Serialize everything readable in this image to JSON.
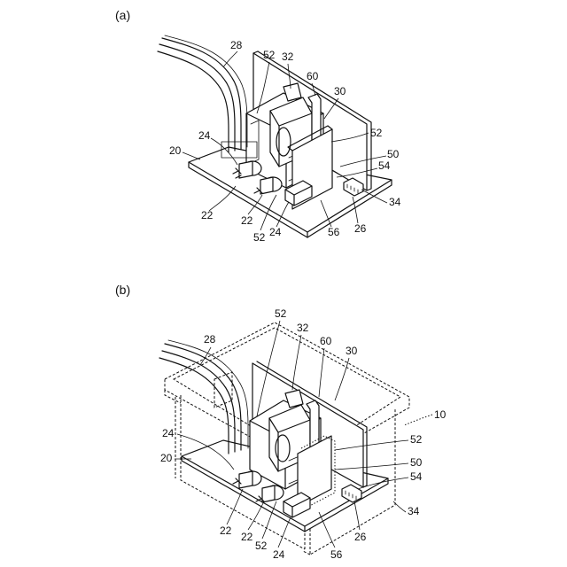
{
  "panels": [
    {
      "id": "a",
      "label": "(a)",
      "refs": [
        "28",
        "52",
        "32",
        "60",
        "30",
        "52",
        "24",
        "20",
        "50",
        "54",
        "34",
        "22",
        "22",
        "52",
        "24",
        "56",
        "26"
      ]
    },
    {
      "id": "b",
      "label": "(b)",
      "refs": [
        "52",
        "32",
        "28",
        "60",
        "30",
        "10",
        "24",
        "52",
        "20",
        "50",
        "54",
        "34",
        "22",
        "22",
        "52",
        "24",
        "56",
        "26"
      ]
    }
  ]
}
